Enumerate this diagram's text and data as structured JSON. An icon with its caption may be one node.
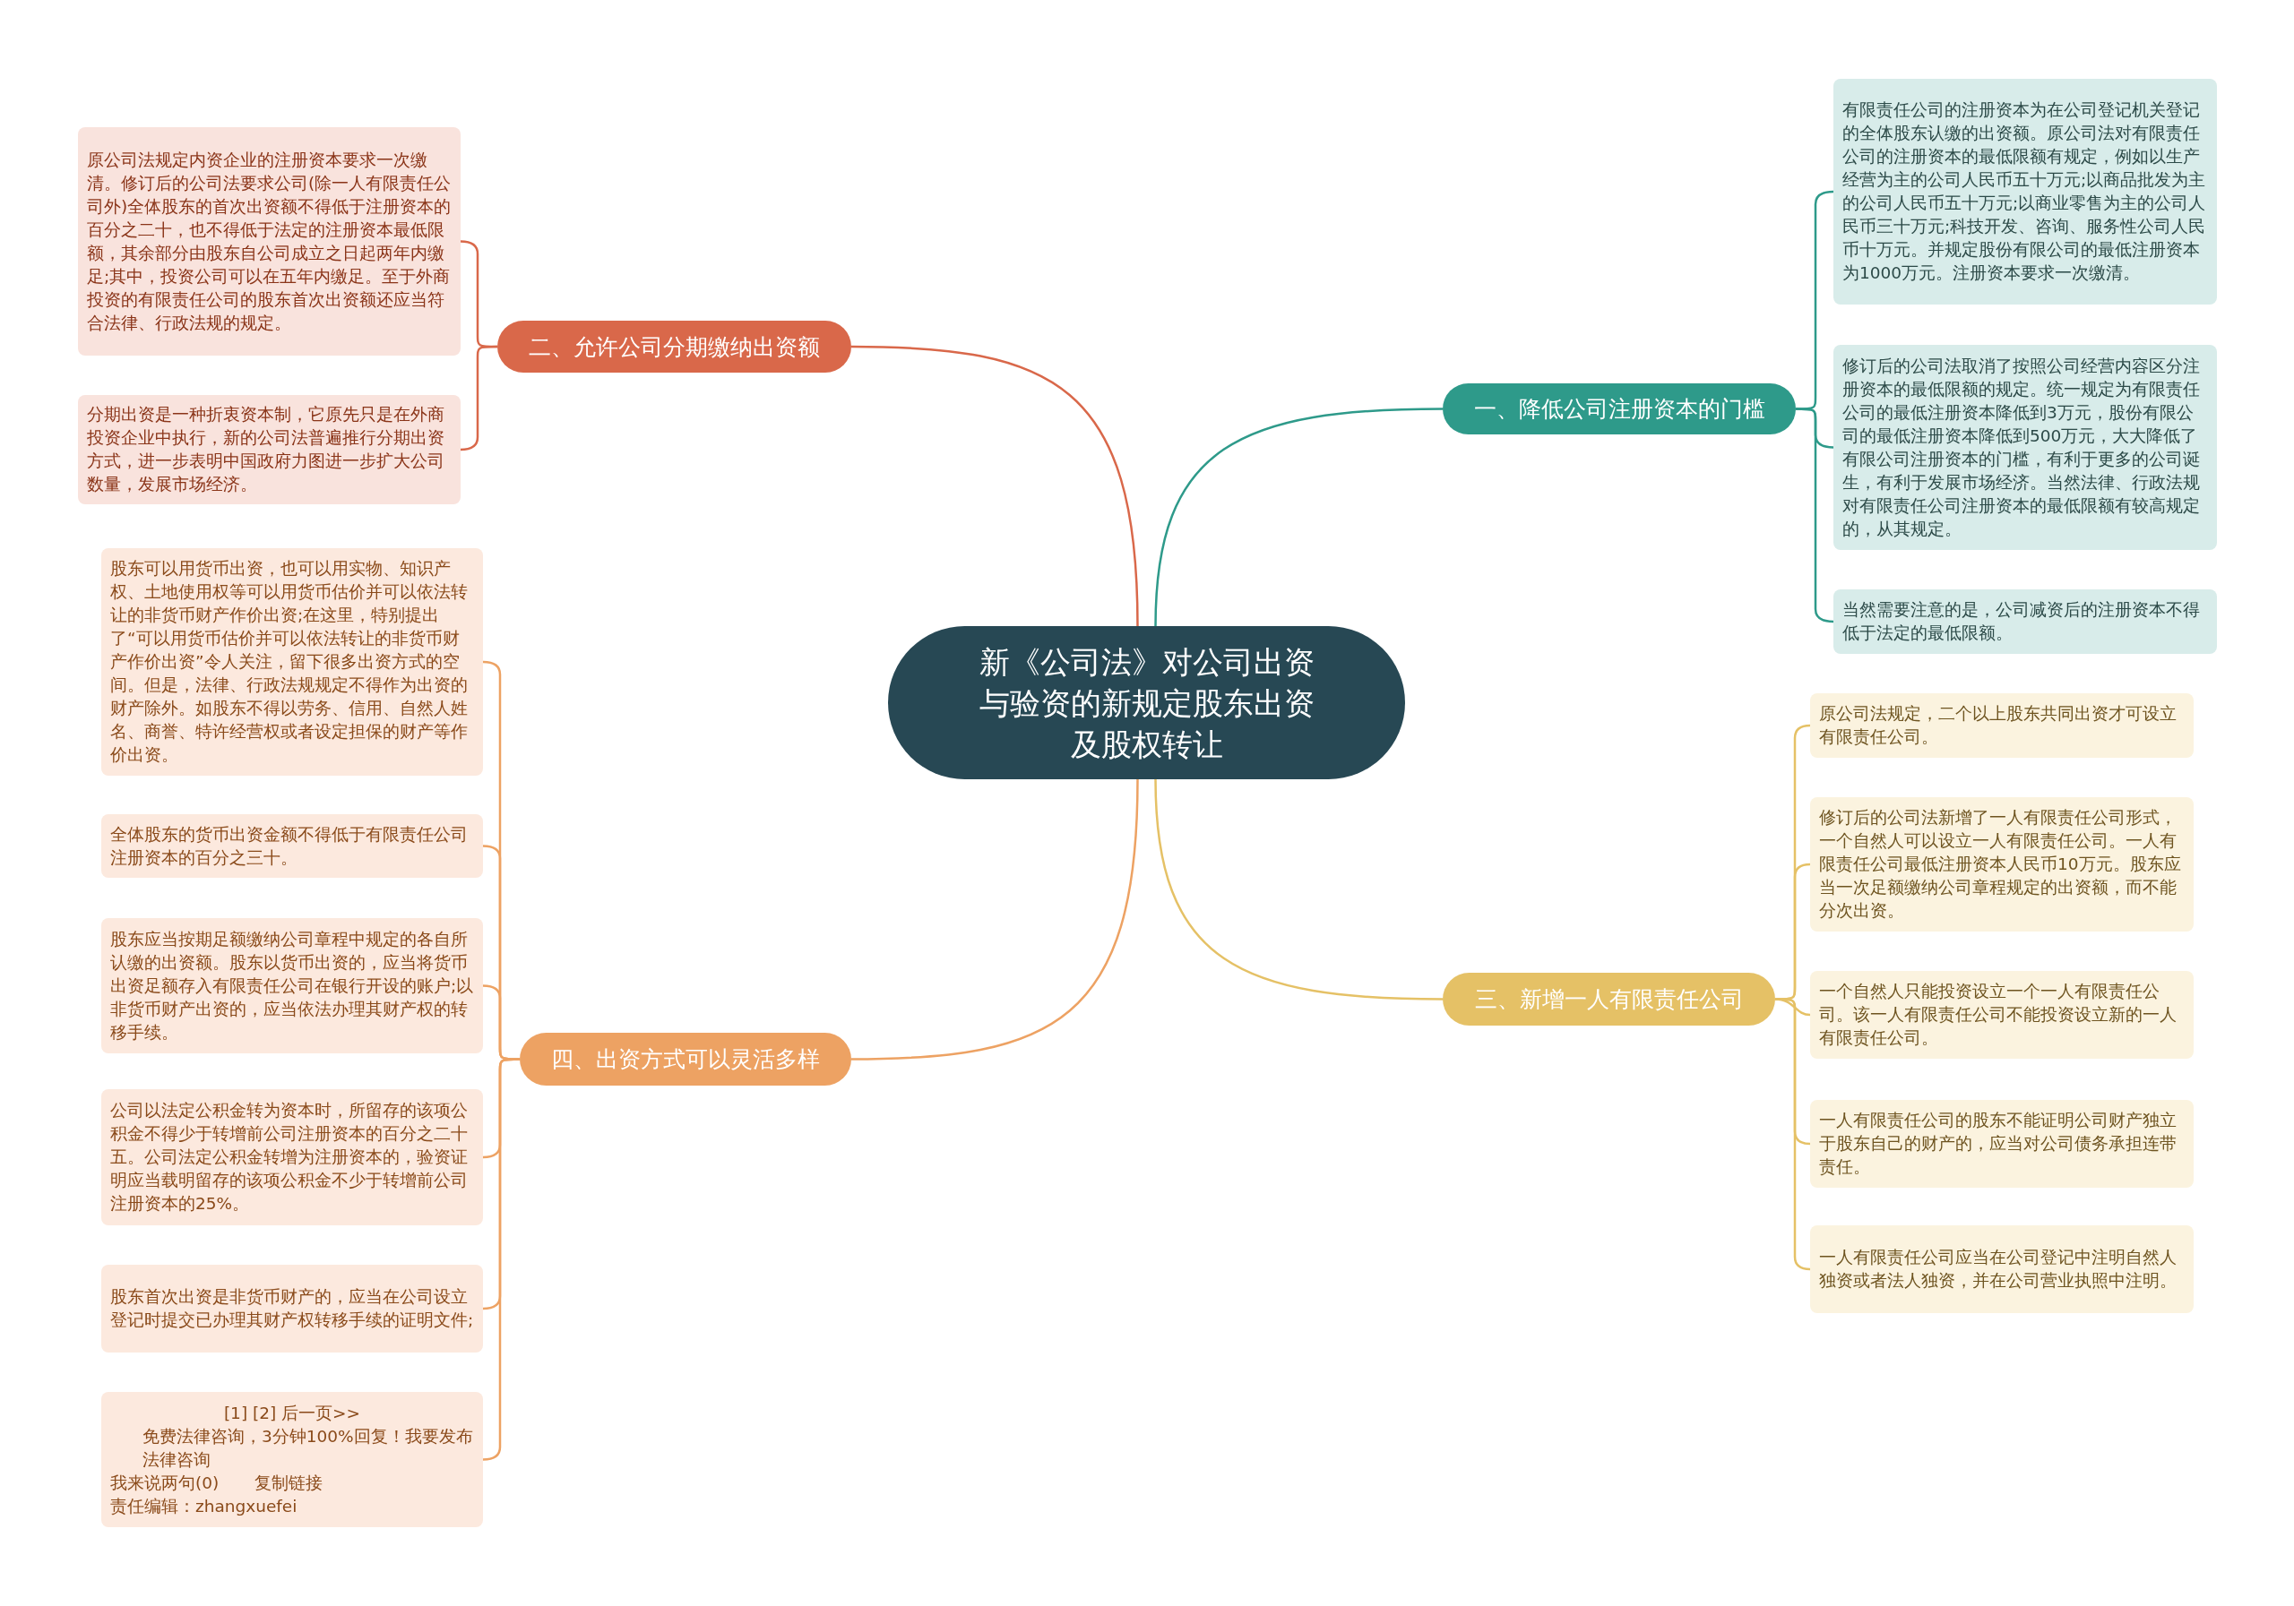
{
  "diagram": {
    "nodes": [
      {
        "text": [
          "新《公司法》对公司出资与验资的新规定股东出资及股权转让"
        ]
      },
      {
        "text": [
          "一、降低公司注册资本的门槛"
        ]
      },
      {
        "text": [
          "有限责任公司的注册资本为在公司登记机关登记的全体股东认缴的出资额。原公司法对有限责任公司的注册资本的最低限额有规定，例如以生产经营为主的公司人民币五十万元;以商品批发为主的公司人民币五十万元;以商业零售为主的公司人民币三十万元;科技开发、咨询、服务性公司人民币十万元。并规定股份有限公司的最低注册资本为1000万元。注册资本要求一次缴清。"
        ]
      },
      {
        "text": [
          "修订后的公司法取消了按照公司经营内容区分注册资本的最低限额的规定。统一规定为有限责任公司的最低注册资本降低到3万元，股份有限公司的最低注册资本降低到500万元，大大降低了有限公司注册资本的门槛，有利于更多的公司诞生，有利于发展市场经济。当然法律、行政法规对有限责任公司注册资本的最低限额有较高规定的，从其规定。"
        ]
      },
      {
        "text": [
          "当然需要注意的是，公司减资后的注册资本不得低于法定的最低限额。"
        ]
      },
      {
        "text": [
          "二、允许公司分期缴纳出资额"
        ]
      },
      {
        "text": [
          "原公司法规定内资企业的注册资本要求一次缴清。修订后的公司法要求公司(除一人有限责任公司外)全体股东的首次出资额不得低于注册资本的百分之二十，也不得低于法定的注册资本最低限额，其余部分由股东自公司成立之日起两年内缴足;其中，投资公司可以在五年内缴足。至于外商投资的有限责任公司的股东首次出资额还应当符合法律、行政法规的规定。"
        ]
      },
      {
        "text": [
          "分期出资是一种折衷资本制，它原先只是在外商投资企业中执行，新的公司法普遍推行分期出资方式，进一步表明中国政府力图进一步扩大公司数量，发展市场经济。"
        ]
      },
      {
        "text": [
          "三、新增一人有限责任公司"
        ]
      },
      {
        "text": [
          "原公司法规定，二个以上股东共同出资才可设立有限责任公司。"
        ]
      },
      {
        "text": [
          "修订后的公司法新增了一人有限责任公司形式，一个自然人可以设立一人有限责任公司。一人有限责任公司最低注册资本人民币10万元。股东应当一次足额缴纳公司章程规定的出资额，而不能分次出资。"
        ]
      },
      {
        "text": [
          "一个自然人只能投资设立一个一人有限责任公司。该一人有限责任公司不能投资设立新的一人有限责任公司。"
        ]
      },
      {
        "text": [
          "一人有限责任公司的股东不能证明公司财产独立于股东自己的财产的，应当对公司债务承担连带责任。"
        ]
      },
      {
        "text": [
          "一人有限责任公司应当在公司登记中注明自然人独资或者法人独资，并在公司营业执照中注明。"
        ]
      },
      {
        "text": [
          "四、出资方式可以灵活多样"
        ]
      },
      {
        "text": [
          "股东可以用货币出资，也可以用实物、知识产权、土地使用权等可以用货币估价并可以依法转让的非货币财产作价出资;在这里，特别提出了“可以用货币估价并可以依法转让的非货币财产作价出资”令人关注，留下很多出资方式的空间。但是，法律、行政法规规定不得作为出资的财产除外。如股东不得以劳务、信用、自然人姓名、商誉、特许经营权或者设定担保的财产等作价出资。"
        ]
      },
      {
        "text": [
          "全体股东的货币出资金额不得低于有限责任公司注册资本的百分之三十。"
        ]
      },
      {
        "text": [
          "股东应当按期足额缴纳公司章程中规定的各自所认缴的出资额。股东以货币出资的，应当将货币出资足额存入有限责任公司在银行开设的账户;以非货币财产出资的，应当依法办理其财产权的转移手续。"
        ]
      },
      {
        "text": [
          "公司以法定公积金转为资本时，所留存的该项公积金不得少于转增前公司注册资本的百分之二十五。公司法定公积金转增为注册资本的，验资证明应当载明留存的该项公积金不少于转增前公司注册资本的25%。"
        ]
      },
      {
        "text": [
          "股东首次出资是非货币财产的，应当在公司设立登记时提交已办理其财产权转移手续的证明文件;"
        ]
      },
      {
        "text": [
          "[1] [2] 后一页>>",
          "免费法律咨询，3分钟100%回复！我要发布法律咨询",
          "我来说两句(0)",
          "复制链接",
          "责任编辑：zhangxuefei"
        ]
      }
    ],
    "edges": [
      {
        "from": 0,
        "to": 1,
        "arrow": "none",
        "color": "#2e9a8a"
      },
      {
        "from": 1,
        "to": 2,
        "arrow": "none",
        "color": "#2e9a8a"
      },
      {
        "from": 1,
        "to": 3,
        "arrow": "none",
        "color": "#2e9a8a"
      },
      {
        "from": 1,
        "to": 4,
        "arrow": "none",
        "color": "#2e9a8a"
      },
      {
        "from": 0,
        "to": 5,
        "arrow": "none",
        "color": "#d9684a"
      },
      {
        "from": 5,
        "to": 6,
        "arrow": "none",
        "color": "#d9684a"
      },
      {
        "from": 5,
        "to": 7,
        "arrow": "none",
        "color": "#d9684a"
      },
      {
        "from": 0,
        "to": 8,
        "arrow": "none",
        "color": "#e5c166"
      },
      {
        "from": 8,
        "to": 9,
        "arrow": "none",
        "color": "#e5c166"
      },
      {
        "from": 8,
        "to": 10,
        "arrow": "none",
        "color": "#e5c166"
      },
      {
        "from": 8,
        "to": 11,
        "arrow": "none",
        "color": "#e5c166"
      },
      {
        "from": 8,
        "to": 12,
        "arrow": "none",
        "color": "#e5c166"
      },
      {
        "from": 8,
        "to": 13,
        "arrow": "none",
        "color": "#e5c166"
      },
      {
        "from": 0,
        "to": 14,
        "arrow": "none",
        "color": "#eda263"
      },
      {
        "from": 14,
        "to": 15,
        "arrow": "none",
        "color": "#eda263"
      },
      {
        "from": 14,
        "to": 16,
        "arrow": "none",
        "color": "#eda263"
      },
      {
        "from": 14,
        "to": 17,
        "arrow": "none",
        "color": "#eda263"
      },
      {
        "from": 14,
        "to": 18,
        "arrow": "none",
        "color": "#eda263"
      },
      {
        "from": 14,
        "to": 19,
        "arrow": "none",
        "color": "#eda263"
      },
      {
        "from": 14,
        "to": 20,
        "arrow": "none",
        "color": "#eda263"
      }
    ]
  }
}
